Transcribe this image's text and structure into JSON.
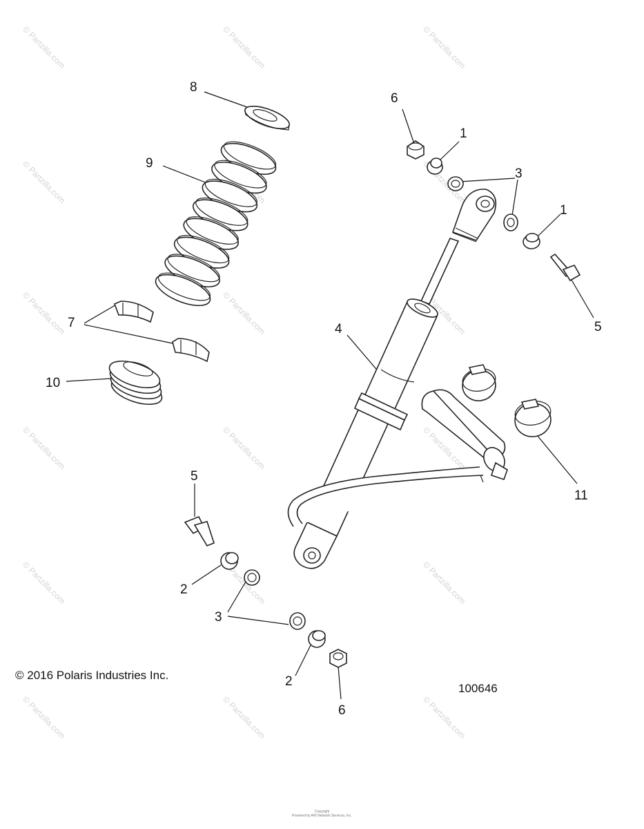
{
  "copyright": "© 2016 Polaris Industries Inc.",
  "figure_number": "100646",
  "watermark": "© Partzilla.com",
  "footer_lines": [
    "Copyright",
    "Powered by ARI Network Services, Inc."
  ],
  "callouts": {
    "c1a": "1",
    "c1b": "1",
    "c2a": "2",
    "c2b": "2",
    "c3a": "3",
    "c3b": "3",
    "c4": "4",
    "c5a": "5",
    "c5b": "5",
    "c6a": "6",
    "c6b": "6",
    "c7": "7",
    "c8": "8",
    "c9": "9",
    "c10": "10",
    "c11": "11"
  }
}
